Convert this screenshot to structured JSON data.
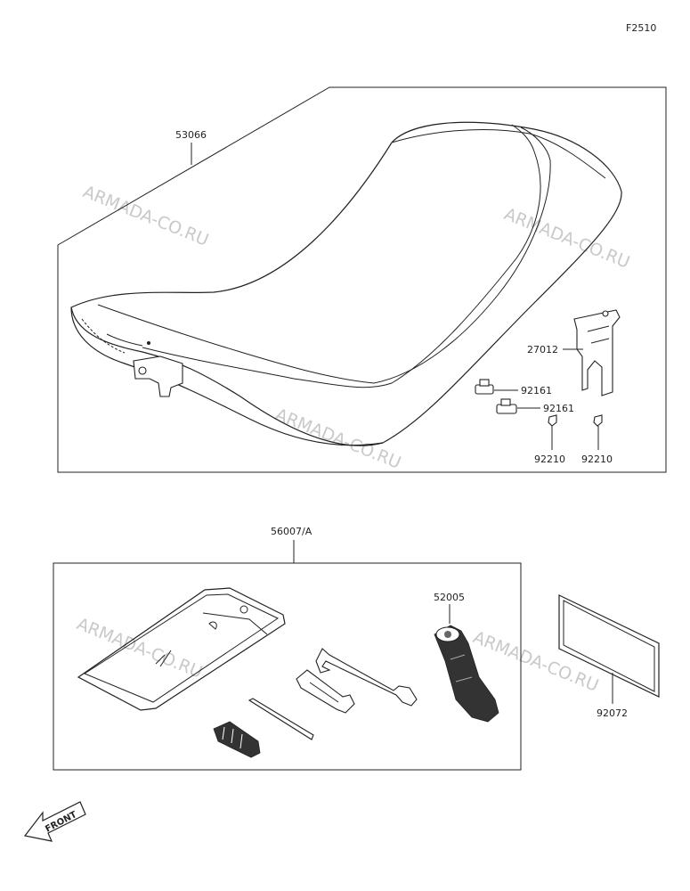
{
  "figure_code": "F2510",
  "watermark": "ARMADA-CO.RU",
  "front_label": "FRONT",
  "parts": {
    "seat": "53066",
    "seat_hook": "27012",
    "damper_a": "92161",
    "damper_b": "92161",
    "clip_a": "92210",
    "clip_b": "92210",
    "tool_kit": "56007/A",
    "handle": "52005",
    "manual": "92072"
  }
}
